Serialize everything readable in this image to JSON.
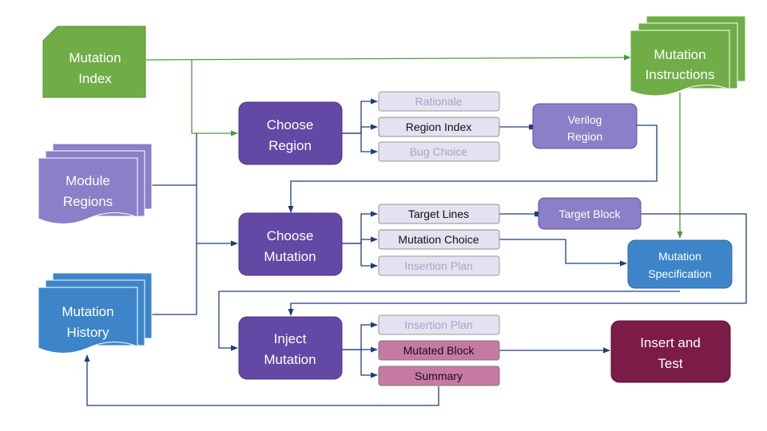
{
  "colors": {
    "green": "#70ad47",
    "purple_light": "#8b7fc8",
    "purple_dark": "#6348a6",
    "blue": "#3d85c8",
    "chip_fill": "#e5e1f0",
    "chip_border": "#8f8f8f",
    "chip_muted_text": "#aaa3c6",
    "chip_text": "#111111",
    "pink": "#c879a3",
    "maroon": "#7b1b48",
    "connector_blue": "#1f3f7a",
    "connector_green": "#4e9a3c"
  },
  "documents": {
    "mutation_index": {
      "line1": "Mutation",
      "line2": "Index"
    },
    "mutation_instructions": {
      "line1": "Mutation",
      "line2": "Instructions"
    },
    "module_regions": {
      "line1": "Module",
      "line2": "Regions"
    },
    "mutation_history": {
      "line1": "Mutation",
      "line2": "History"
    }
  },
  "steps": {
    "choose_region": {
      "line1": "Choose",
      "line2": "Region"
    },
    "choose_mutation": {
      "line1": "Choose",
      "line2": "Mutation"
    },
    "inject_mutation": {
      "line1": "Inject",
      "line2": "Mutation"
    },
    "insert_and_test": {
      "line1": "Insert and",
      "line2": "Test"
    }
  },
  "outputs": {
    "rationale": "Rationale",
    "region_index": "Region Index",
    "bug_choice": "Bug Choice",
    "target_lines": "Target Lines",
    "mutation_choice": "Mutation Choice",
    "insertion_plan_1": "Insertion Plan",
    "insertion_plan_2": "Insertion Plan",
    "mutated_block": "Mutated Block",
    "summary": "Summary"
  },
  "derived": {
    "verilog_region": {
      "line1": "Verilog",
      "line2": "Region"
    },
    "target_block": "Target Block",
    "mutation_specification": {
      "line1": "Mutation",
      "line2": "Specification"
    }
  }
}
